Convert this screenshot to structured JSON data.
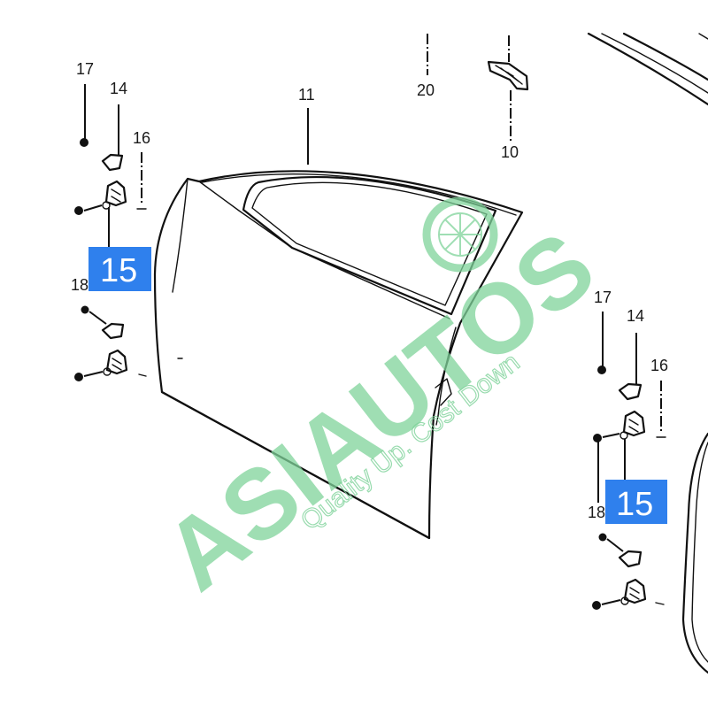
{
  "callouts": {
    "c17_left": "17",
    "c14_left": "14",
    "c16_left": "16",
    "c18_left": "18",
    "c11": "11",
    "c20": "20",
    "c10": "10",
    "c17_right": "17",
    "c14_right": "14",
    "c16_right": "16",
    "c18_right": "18"
  },
  "badges": {
    "left": "15",
    "right": "15"
  },
  "watermark": {
    "brand": "ASIAUTOS",
    "tagline": "Quality Up. Cost Down"
  },
  "colors": {
    "badge": "#2f80ed",
    "watermark": "#7fd39a",
    "line": "#111111"
  }
}
